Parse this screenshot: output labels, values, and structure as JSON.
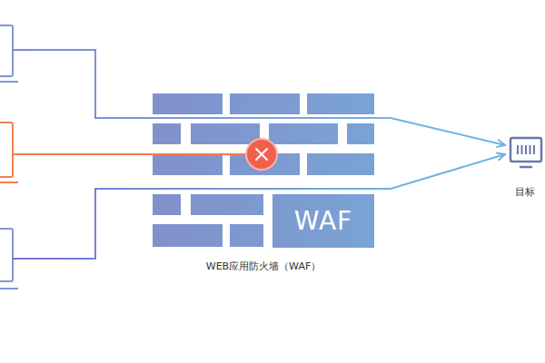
{
  "diagram": {
    "nodes": [
      {
        "text": [
          "WEB应用防火墙（WAF）"
        ]
      },
      {
        "text": [
          "WAF"
        ],
        "in": 0
      },
      {
        "text": [
          "目标"
        ]
      }
    ],
    "edges": [
      {
        "from": 0,
        "to": 2,
        "arrow": "to"
      },
      {
        "from": 0,
        "to": 2,
        "arrow": "to"
      }
    ]
  }
}
